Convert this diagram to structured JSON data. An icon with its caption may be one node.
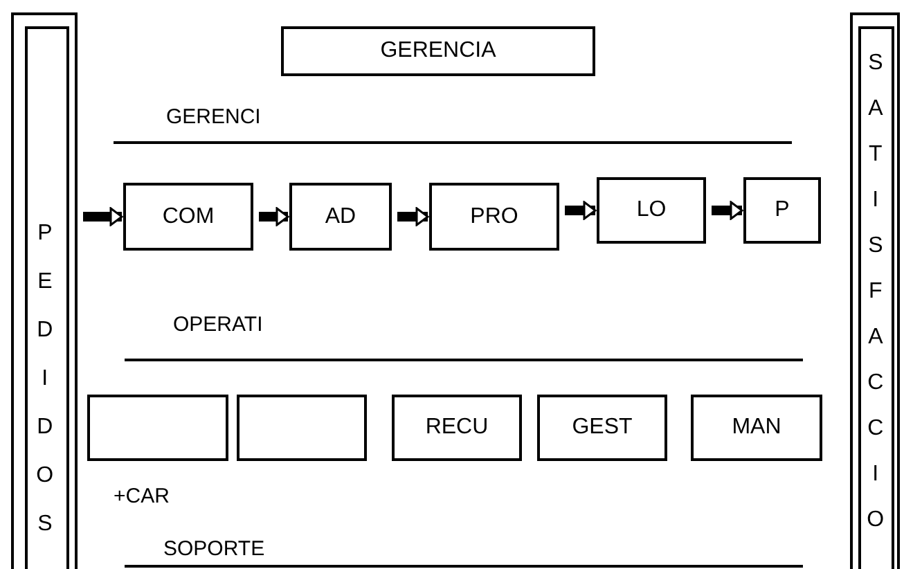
{
  "diagram": {
    "nodes": [
      {
        "text": [
          "PEDIDOS"
        ]
      },
      {
        "text": [
          "GERENCIA"
        ]
      },
      {
        "text": [
          "COM"
        ]
      },
      {
        "text": [
          "AD"
        ]
      },
      {
        "text": [
          "PRO"
        ]
      },
      {
        "text": [
          "LO"
        ]
      },
      {
        "text": [
          "P"
        ]
      },
      {
        "text": [],
        "shape": "box"
      },
      {
        "text": [],
        "shape": "box"
      },
      {
        "text": [
          "RECU"
        ]
      },
      {
        "text": [
          "GEST"
        ]
      },
      {
        "text": [
          "MAN"
        ]
      },
      {
        "text": [
          "SATISFACCIO"
        ]
      }
    ],
    "edges": [
      {
        "from": 0,
        "to": 2,
        "arrow": "to"
      },
      {
        "from": 2,
        "to": 3,
        "arrow": "to"
      },
      {
        "from": 3,
        "to": 4,
        "arrow": "to"
      },
      {
        "from": 4,
        "to": 5,
        "arrow": "to"
      },
      {
        "from": 5,
        "to": 6,
        "arrow": "to"
      }
    ],
    "labels": [
      "GERENCI",
      "OPERATI",
      "+CAR",
      "SOPORTE"
    ]
  }
}
